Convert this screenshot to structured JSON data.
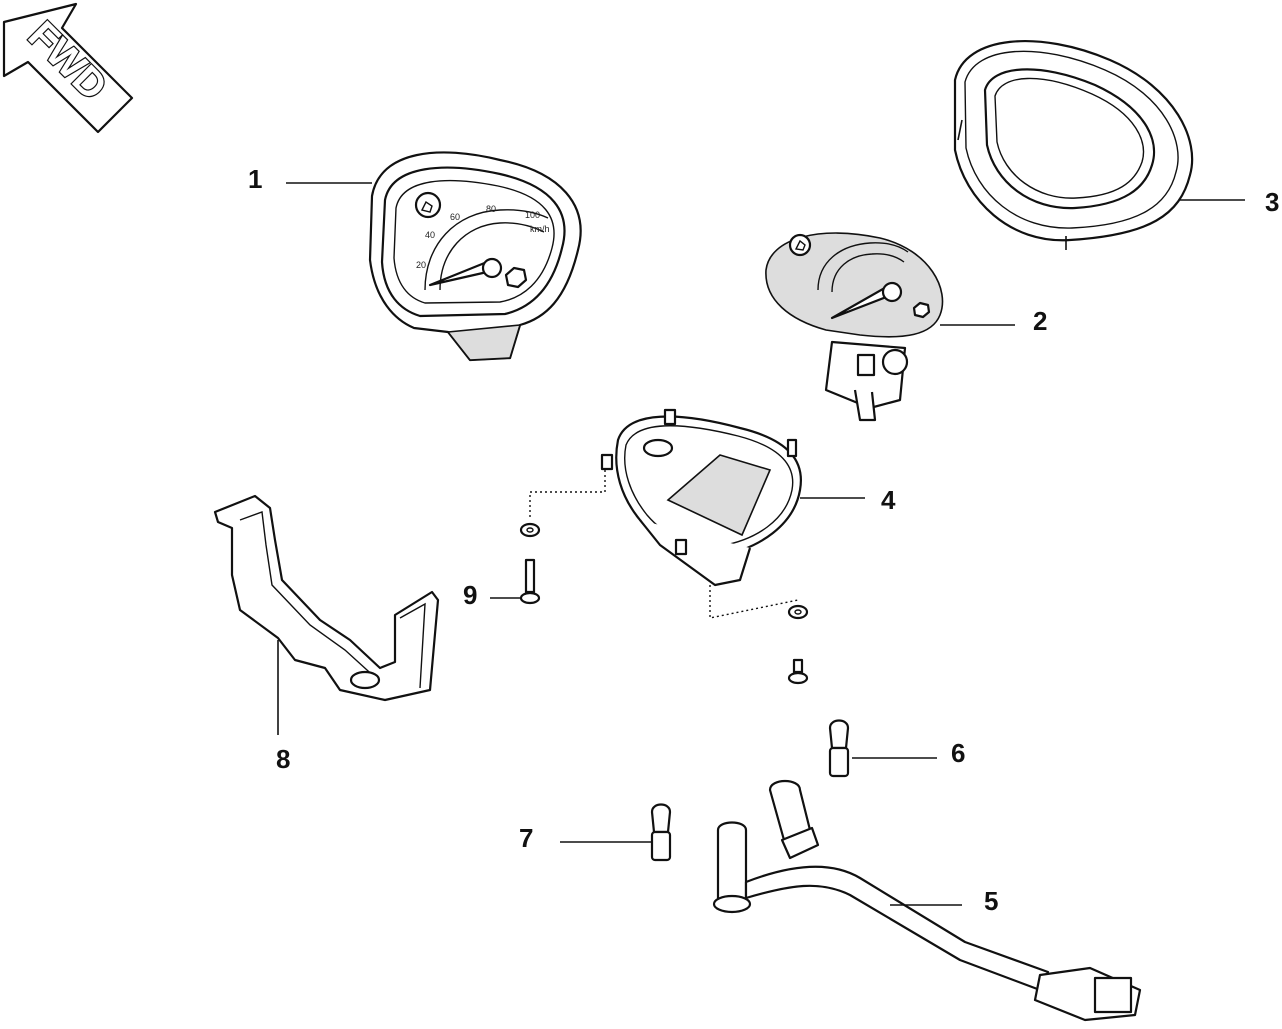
{
  "direction_indicator": {
    "text": "FWD"
  },
  "callouts": [
    {
      "id": "1",
      "label": "1"
    },
    {
      "id": "2",
      "label": "2"
    },
    {
      "id": "3",
      "label": "3"
    },
    {
      "id": "4",
      "label": "4"
    },
    {
      "id": "5",
      "label": "5"
    },
    {
      "id": "6",
      "label": "6"
    },
    {
      "id": "7",
      "label": "7"
    },
    {
      "id": "8",
      "label": "8"
    },
    {
      "id": "9",
      "label": "9"
    }
  ],
  "speedometer_scale": {
    "ticks": [
      "20",
      "40",
      "60",
      "80",
      "100"
    ],
    "unit": "km/h"
  },
  "colors": {
    "line": "#111111",
    "background": "#ffffff",
    "shade": "#dddddd"
  }
}
